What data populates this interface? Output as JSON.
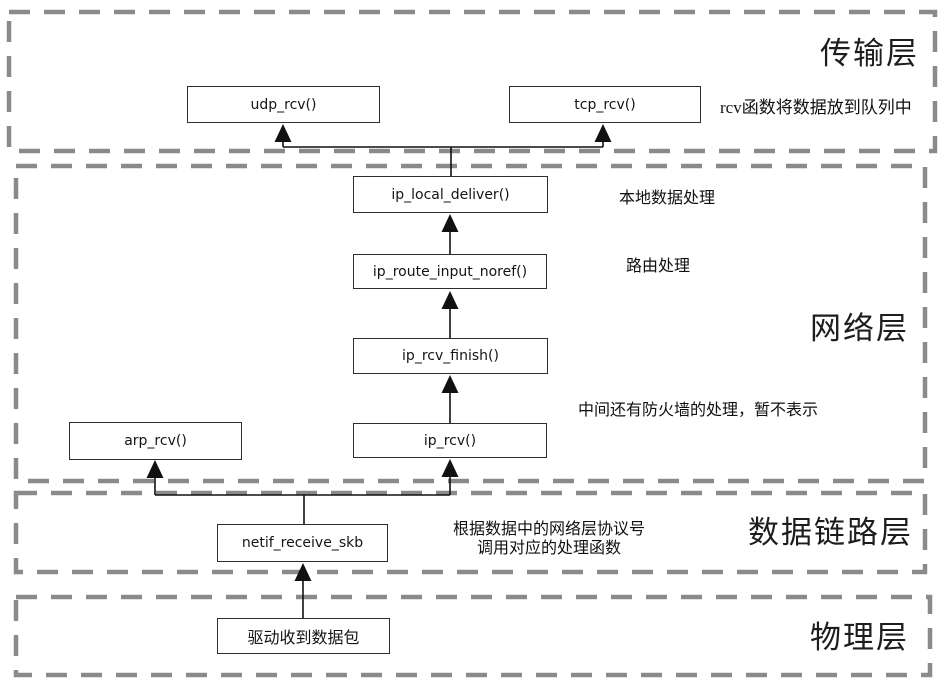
{
  "diagram": {
    "layers": [
      {
        "id": "transport",
        "label": "传输层"
      },
      {
        "id": "network",
        "label": "网络层"
      },
      {
        "id": "datalink",
        "label": "数据链路层"
      },
      {
        "id": "physical",
        "label": "物理层"
      }
    ],
    "nodes": [
      {
        "id": "udp_rcv",
        "label": "udp_rcv()"
      },
      {
        "id": "tcp_rcv",
        "label": "tcp_rcv()"
      },
      {
        "id": "ip_local_deliver",
        "label": "ip_local_deliver()"
      },
      {
        "id": "ip_route_input_noref",
        "label": "ip_route_input_noref()"
      },
      {
        "id": "ip_rcv_finish",
        "label": "ip_rcv_finish()"
      },
      {
        "id": "ip_rcv",
        "label": "ip_rcv()"
      },
      {
        "id": "arp_rcv",
        "label": "arp_rcv()"
      },
      {
        "id": "netif_receive_skb",
        "label": "netif_receive_skb"
      },
      {
        "id": "driver_receive",
        "label": "驱动收到数据包"
      }
    ],
    "annotations": [
      {
        "id": "rcv-queue",
        "text": "rcv函数将数据放到队列中"
      },
      {
        "id": "local-process",
        "text": "本地数据处理"
      },
      {
        "id": "routing",
        "text": "路由处理"
      },
      {
        "id": "firewall-note",
        "text": "中间还有防火墙的处理，暂不表示"
      },
      {
        "id": "dispatch-line1",
        "text": "根据数据中的网络层协议号"
      },
      {
        "id": "dispatch-line2",
        "text": "调用对应的处理函数"
      }
    ],
    "colors": {
      "background": "#ffffff",
      "layer_dash": "#8a8a8a",
      "node_border": "#2d2d2d",
      "connector": "#111111",
      "text": "#101010"
    }
  }
}
